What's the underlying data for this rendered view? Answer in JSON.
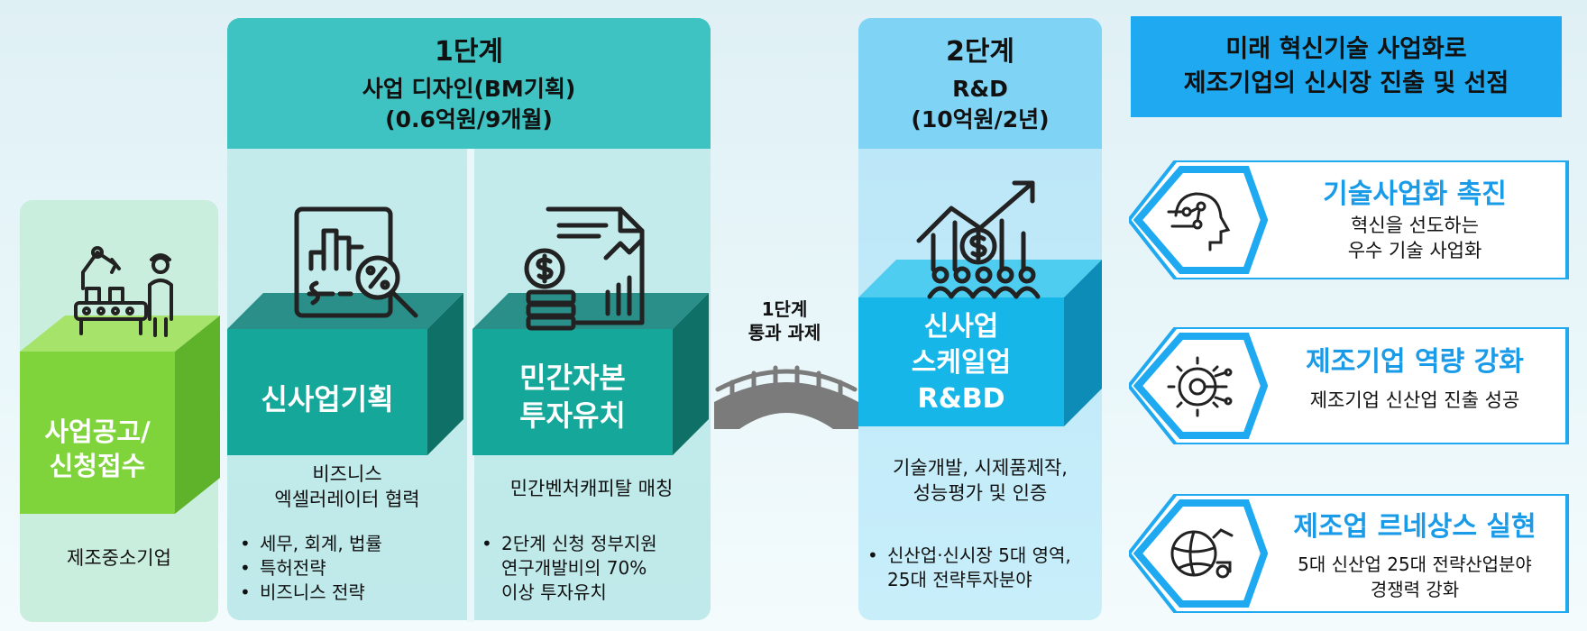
{
  "stage0": {
    "cube_label": "사업공고/\n신청접수",
    "target": "제조중소기업"
  },
  "stage1": {
    "title": "1단계",
    "subtitle_line1": "사업 디자인(BM기획)",
    "subtitle_line2": "(0.6억원/9개월)",
    "left": {
      "cube_label": "신사업기획",
      "desc": "비즈니스\n엑셀러레이터 협력",
      "bullets": [
        "세무, 회계, 법률",
        "특허전략",
        "비즈니스 전략"
      ]
    },
    "right": {
      "cube_label": "민간자본\n투자유치",
      "desc": "민간벤처캐피탈 매칭",
      "bullets": [
        "2단계 신청 정부지원\n연구개발비의 70%\n이상 투자유치"
      ]
    }
  },
  "bridge": {
    "label": "1단계\n통과 과제"
  },
  "stage2": {
    "title": "2단계",
    "subtitle_line1": "R&D",
    "subtitle_line2": "(10억원/2년)",
    "cube_label": "신사업\n스케일업\nR&BD",
    "desc": "기술개발, 시제품제작,\n성능평가 및 인증",
    "bullets": [
      "신산업·신시장 5대 영역,\n25대 전략투자분야"
    ]
  },
  "goal": {
    "text": "미래 혁신기술 사업화로\n제조기업의 신시장 진출 및 선점"
  },
  "outcomes": [
    {
      "title": "기술사업화 촉진",
      "desc": "혁신을 선도하는\n우수 기술 사업화",
      "icon": "ai-head-icon"
    },
    {
      "title": "제조기업 역량 강화",
      "desc": "제조기업 신산업 진출 성공",
      "icon": "gear-network-icon"
    },
    {
      "title": "제조업 르네상스 실현",
      "desc": "5대 신산업 25대 전략산업분야\n경쟁력 강화",
      "icon": "globe-robot-icon"
    }
  ],
  "colors": {
    "stage0_cube": "#7ed43a",
    "stage1_header": "#3ec3c2",
    "stage1_cube": "#14a79a",
    "stage2_header": "#7fd3f4",
    "stage2_cube": "#16b7e8",
    "goal_box": "#1fa9f0",
    "outcome_title": "#1a9be8"
  }
}
